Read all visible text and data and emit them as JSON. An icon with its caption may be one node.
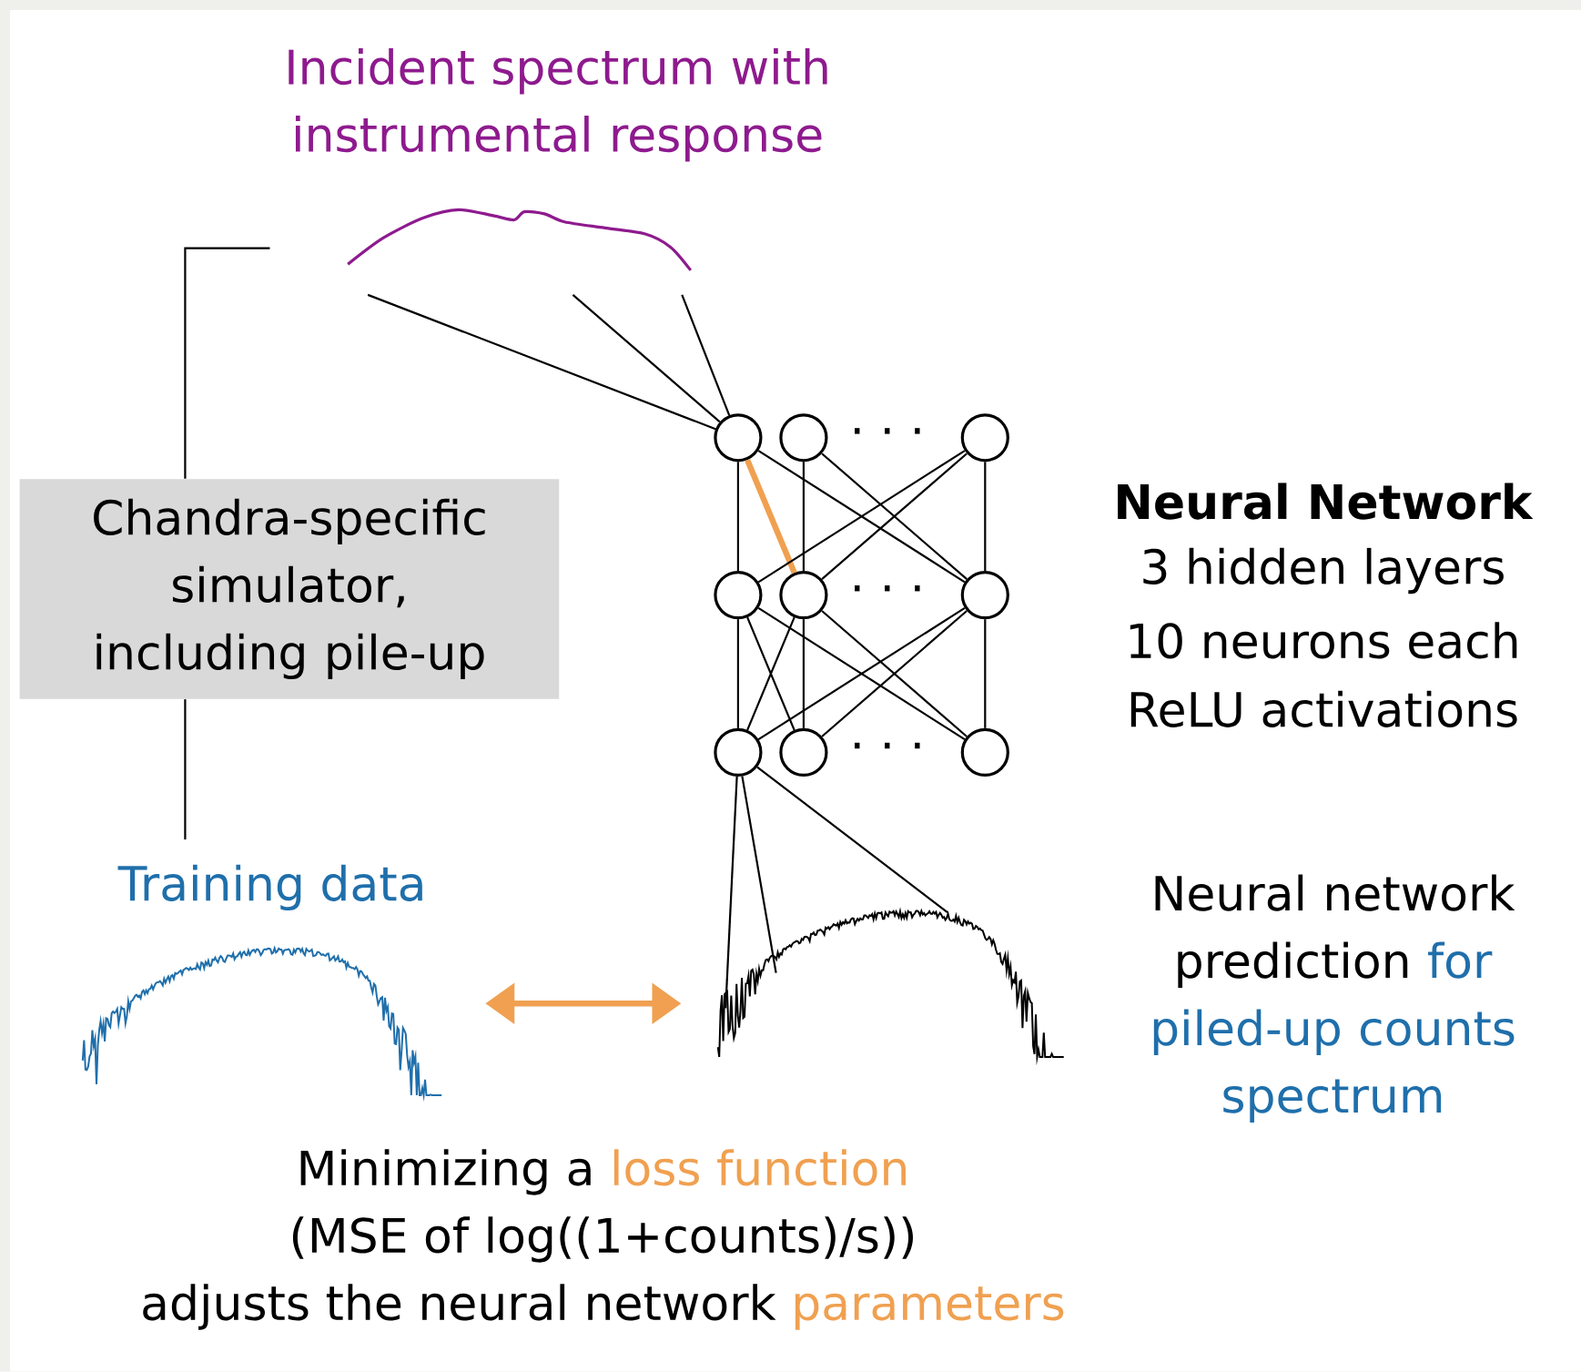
{
  "diagram": {
    "nodes": [
      {
        "text": [],
        "shape": "curve"
      },
      {
        "text": [
          "Chandra-specific simulator, including pile-up"
        ]
      },
      {
        "text": [
          "Training data"
        ]
      },
      {
        "text": [],
        "shape": "curve"
      },
      {
        "text": [],
        "shape": "circle"
      },
      {
        "text": [],
        "shape": "circle"
      },
      {
        "text": [],
        "shape": "circle"
      },
      {
        "text": [],
        "shape": "circle"
      },
      {
        "text": [],
        "shape": "circle"
      },
      {
        "text": [],
        "shape": "circle"
      },
      {
        "text": [],
        "shape": "circle"
      },
      {
        "text": [],
        "shape": "circle"
      },
      {
        "text": [],
        "shape": "circle"
      },
      {
        "text": [],
        "shape": "curve",
        "beside": [
          "Neural network prediction",
          "for piled-up counts spectrum"
        ]
      }
    ],
    "edges": [
      {
        "from": 0,
        "to": 1,
        "arrow": "none"
      },
      {
        "from": 1,
        "to": 2,
        "arrow": "none"
      },
      {
        "from": 0,
        "to": 4,
        "arrow": "none"
      },
      {
        "from": 0,
        "to": 4,
        "arrow": "none"
      },
      {
        "from": 0,
        "to": 4,
        "arrow": "none"
      },
      {
        "from": 4,
        "to": 7,
        "arrow": "none"
      },
      {
        "from": 4,
        "to": 8,
        "arrow": "none",
        "style": "thick",
        "color": "#f0a050"
      },
      {
        "from": 4,
        "to": 9,
        "arrow": "none"
      },
      {
        "from": 5,
        "to": 8,
        "arrow": "none"
      },
      {
        "from": 5,
        "to": 9,
        "arrow": "none"
      },
      {
        "from": 6,
        "to": 7,
        "arrow": "none"
      },
      {
        "from": 6,
        "to": 8,
        "arrow": "none"
      },
      {
        "from": 6,
        "to": 9,
        "arrow": "none"
      },
      {
        "from": 7,
        "to": 10,
        "arrow": "none"
      },
      {
        "from": 7,
        "to": 11,
        "arrow": "none"
      },
      {
        "from": 7,
        "to": 12,
        "arrow": "none"
      },
      {
        "from": 8,
        "to": 10,
        "arrow": "none"
      },
      {
        "from": 8,
        "to": 11,
        "arrow": "none"
      },
      {
        "from": 8,
        "to": 12,
        "arrow": "none"
      },
      {
        "from": 9,
        "to": 10,
        "arrow": "none"
      },
      {
        "from": 9,
        "to": 11,
        "arrow": "none"
      },
      {
        "from": 9,
        "to": 12,
        "arrow": "none"
      },
      {
        "from": 10,
        "to": 13,
        "arrow": "none"
      },
      {
        "from": 10,
        "to": 13,
        "arrow": "none"
      },
      {
        "from": 10,
        "to": 13,
        "arrow": "none"
      },
      {
        "from": 3,
        "to": 13,
        "arrow": "both",
        "style": "thick",
        "color": "#f0a050"
      }
    ],
    "labels": [
      "Incident spectrum with instrumental response",
      "Neural Network",
      "3 hidden layers",
      "10 neurons each",
      "ReLU activations",
      "· · ·",
      "· · ·",
      "· · ·",
      "Minimizing a",
      "loss function",
      "(MSE of log((1+counts)/s))",
      "adjusts the neural network",
      "parameters"
    ]
  }
}
